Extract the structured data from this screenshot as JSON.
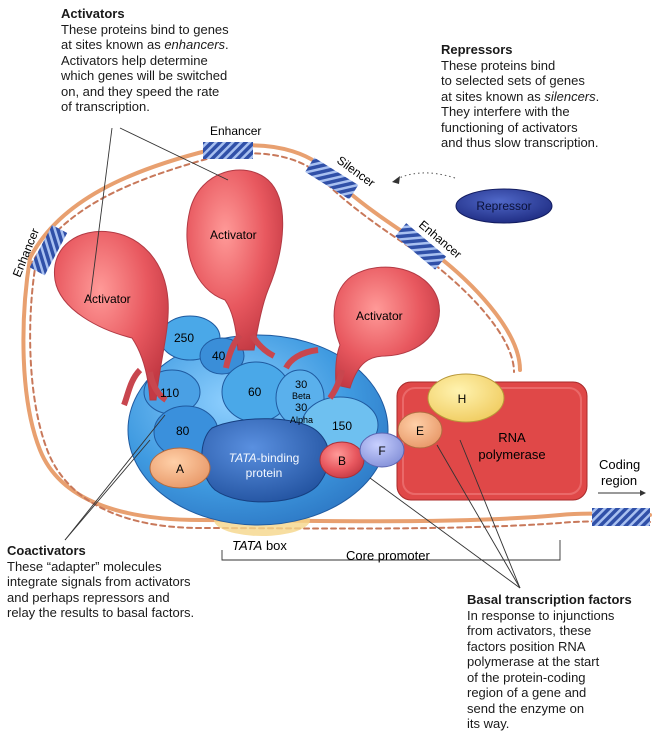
{
  "activators_box": {
    "title": "Activators",
    "line1": "These proteins bind to genes",
    "line2_pre": "at sites known as ",
    "line2_em": "enhancers",
    "line2_post": ".",
    "line3": "Activators help determine",
    "line4": "which genes will be switched",
    "line5": "on, and they speed the rate",
    "line6": "of transcription."
  },
  "repressors_box": {
    "title": "Repressors",
    "line1": "These proteins bind",
    "line2": "to selected sets of genes",
    "line3_pre": "at sites known as ",
    "line3_em": "silencers",
    "line3_post": ".",
    "line4": "They interfere with the",
    "line5": "functioning of activators",
    "line6": "and thus slow transcription."
  },
  "coactivators_box": {
    "title": "Coactivators",
    "line1": "These “adapter” molecules",
    "line2": "integrate signals from activators",
    "line3": "and perhaps repressors and",
    "line4": "relay the results to basal factors."
  },
  "basal_box": {
    "title": "Basal transcription factors",
    "line1": "In response to injunctions",
    "line2": "from activators, these",
    "line3": "factors position RNA",
    "line4": "polymerase at the start",
    "line5": "of the protein-coding",
    "line6": "region of a gene and",
    "line7": "send the enzyme on",
    "line8": "its way."
  },
  "dna_labels": {
    "enhancer_top": "Enhancer",
    "enhancer_left": "Enhancer",
    "enhancer_right": "Enhancer",
    "silencer": "Silencer",
    "coding_line1": "Coding",
    "coding_line2": "region",
    "tata_em": "TATA",
    "tata_rest": " box",
    "core_promoter": "Core promoter"
  },
  "proteins": {
    "activator_left": "Activator",
    "activator_middle": "Activator",
    "activator_right": "Activator",
    "repressor": "Repressor",
    "tbp_em": "TATA",
    "tbp_rest": "-binding",
    "tbp_line2": "protein",
    "rna_pol_line1": "RNA",
    "rna_pol_line2": "polymerase"
  },
  "subunits": {
    "s250": "250",
    "s40": "40",
    "s110": "110",
    "s60": "60",
    "s30a": "30",
    "s_beta": "Beta",
    "s30b": "30",
    "s_alpha": "Alpha",
    "s80": "80",
    "s150": "150"
  },
  "factors": {
    "A": "A",
    "B": "B",
    "F": "F",
    "E": "E",
    "H": "H"
  },
  "colors": {
    "activator_red": "#e8585f",
    "coactivator_blue": "#4a9fe0",
    "tbp_navy": "#2f6fbf",
    "repressor_navy": "#2a3d9a",
    "polymerase_red": "#e04848",
    "dna_orange": "#e8a070"
  }
}
